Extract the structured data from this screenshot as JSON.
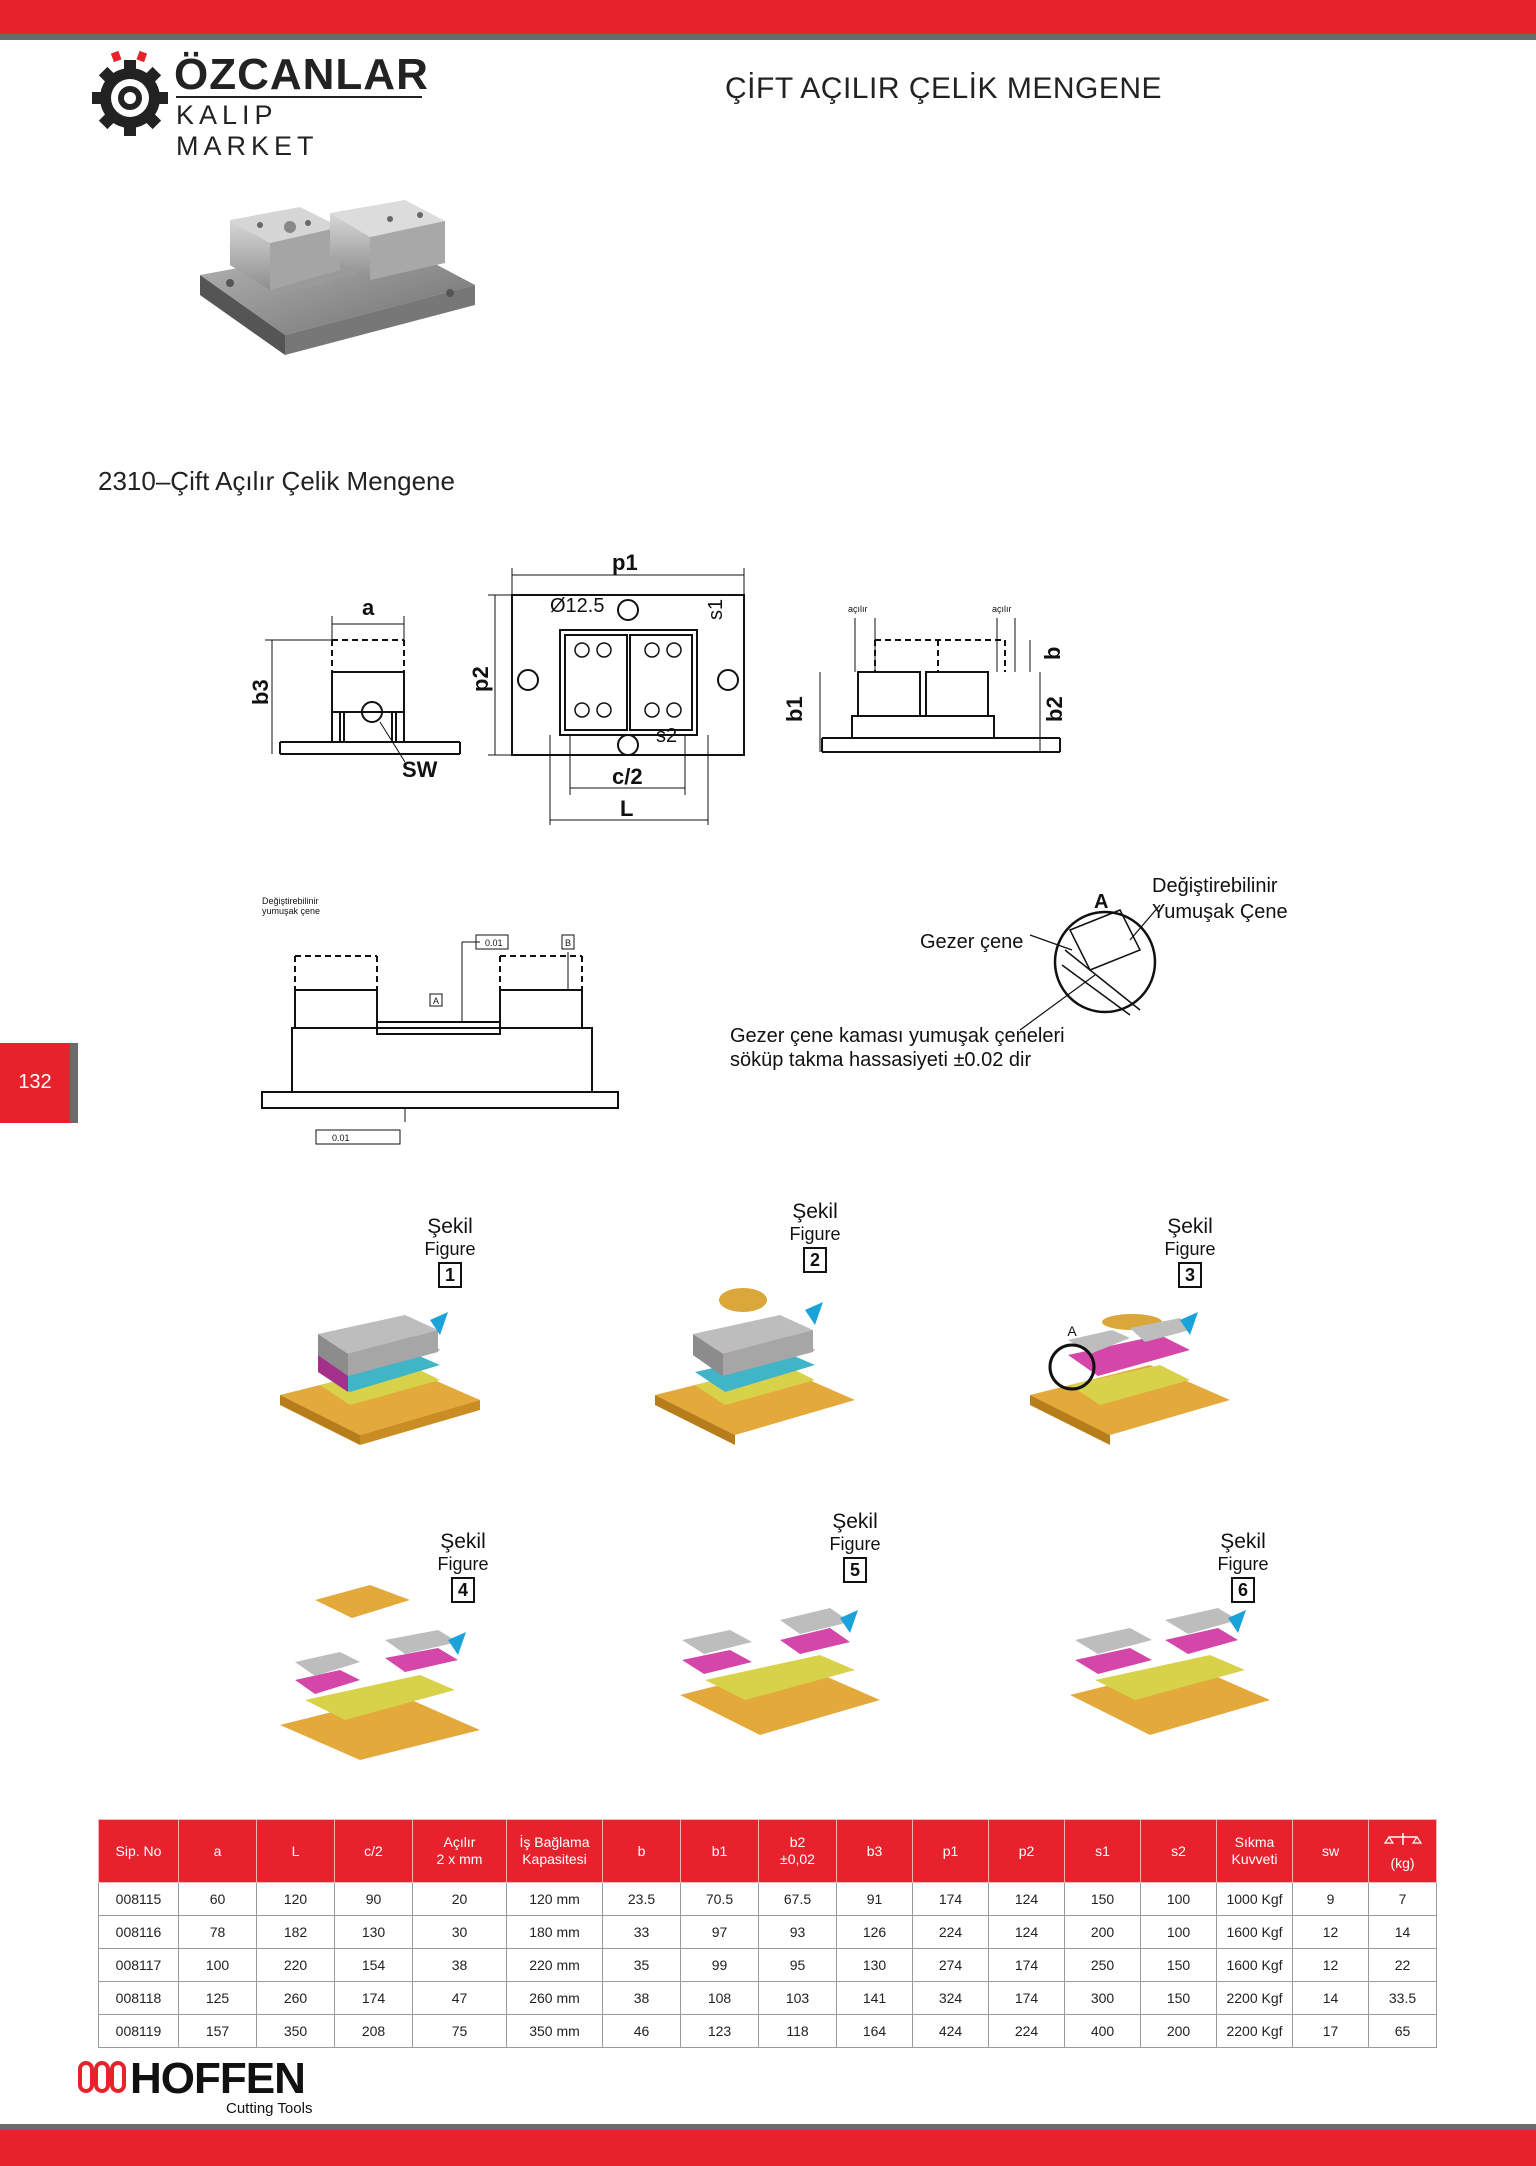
{
  "header": {
    "brand_name": "ÖZCANLAR",
    "brand_sub": "KALIP MARKET",
    "doc_title": "ÇİFT AÇILIR ÇELİK MENGENE"
  },
  "section_title": "2310–Çift Açılır Çelik Mengene",
  "page_number": "132",
  "drawing_labels": {
    "a": "a",
    "b3": "b3",
    "sw": "SW",
    "p1": "p1",
    "p2": "p2",
    "hole": "Ø12.5",
    "s1": "s1",
    "s2": "s2",
    "c2": "c/2",
    "L": "L",
    "acilir": "açılır",
    "b": "b",
    "b1": "b1",
    "b2": "b2",
    "degistirilebilir_small": "Değiştirebilinir",
    "yumusak_small": "yumuşak çene",
    "tol_top": "0.01",
    "datum_a": "A",
    "datum_b": "B",
    "tol_bottom": "0.01",
    "detail_a": "A",
    "degistirilebilir": "Değiştirebilinir",
    "yumusak_cene": "Yumuşak Çene",
    "gezer_cene": "Gezer çene",
    "note_line1": "Gezer çene kaması yumuşak çeneleri",
    "note_line2": "söküp takma hassasiyeti  ±0.02 dir"
  },
  "figures": [
    {
      "label": "Şekil",
      "sub": "Figure",
      "num": "1"
    },
    {
      "label": "Şekil",
      "sub": "Figure",
      "num": "2"
    },
    {
      "label": "Şekil",
      "sub": "Figure",
      "num": "3",
      "marker": "A"
    },
    {
      "label": "Şekil",
      "sub": "Figure",
      "num": "4"
    },
    {
      "label": "Şekil",
      "sub": "Figure",
      "num": "5"
    },
    {
      "label": "Şekil",
      "sub": "Figure",
      "num": "6"
    }
  ],
  "table": {
    "headers": [
      "Sip. No",
      "a",
      "L",
      "c/2",
      "Açılır\n2 x mm",
      "İş Bağlama\nKapasitesi",
      "b",
      "b1",
      "b2\n±0,02",
      "b3",
      "p1",
      "p2",
      "s1",
      "s2",
      "Sıkma\nKuvveti",
      "sw",
      "(kg)"
    ],
    "rows": [
      [
        "008115",
        "60",
        "120",
        "90",
        "20",
        "120 mm",
        "23.5",
        "70.5",
        "67.5",
        "91",
        "174",
        "124",
        "150",
        "100",
        "1000 Kgf",
        "9",
        "7"
      ],
      [
        "008116",
        "78",
        "182",
        "130",
        "30",
        "180 mm",
        "33",
        "97",
        "93",
        "126",
        "224",
        "124",
        "200",
        "100",
        "1600 Kgf",
        "12",
        "14"
      ],
      [
        "008117",
        "100",
        "220",
        "154",
        "38",
        "220 mm",
        "35",
        "99",
        "95",
        "130",
        "274",
        "174",
        "250",
        "150",
        "1600 Kgf",
        "12",
        "22"
      ],
      [
        "008118",
        "125",
        "260",
        "174",
        "47",
        "260 mm",
        "38",
        "108",
        "103",
        "141",
        "324",
        "174",
        "300",
        "150",
        "2200 Kgf",
        "14",
        "33.5"
      ],
      [
        "008119",
        "157",
        "350",
        "208",
        "75",
        "350 mm",
        "46",
        "123",
        "118",
        "164",
        "424",
        "224",
        "400",
        "200",
        "2200 Kgf",
        "17",
        "65"
      ]
    ]
  },
  "footer": {
    "brand": "HOFFEN",
    "sub": "Cutting Tools"
  },
  "colors": {
    "accent_red": "#e8222d",
    "grey": "#6b6b6b",
    "figure_blue": "#1aa3d9"
  }
}
